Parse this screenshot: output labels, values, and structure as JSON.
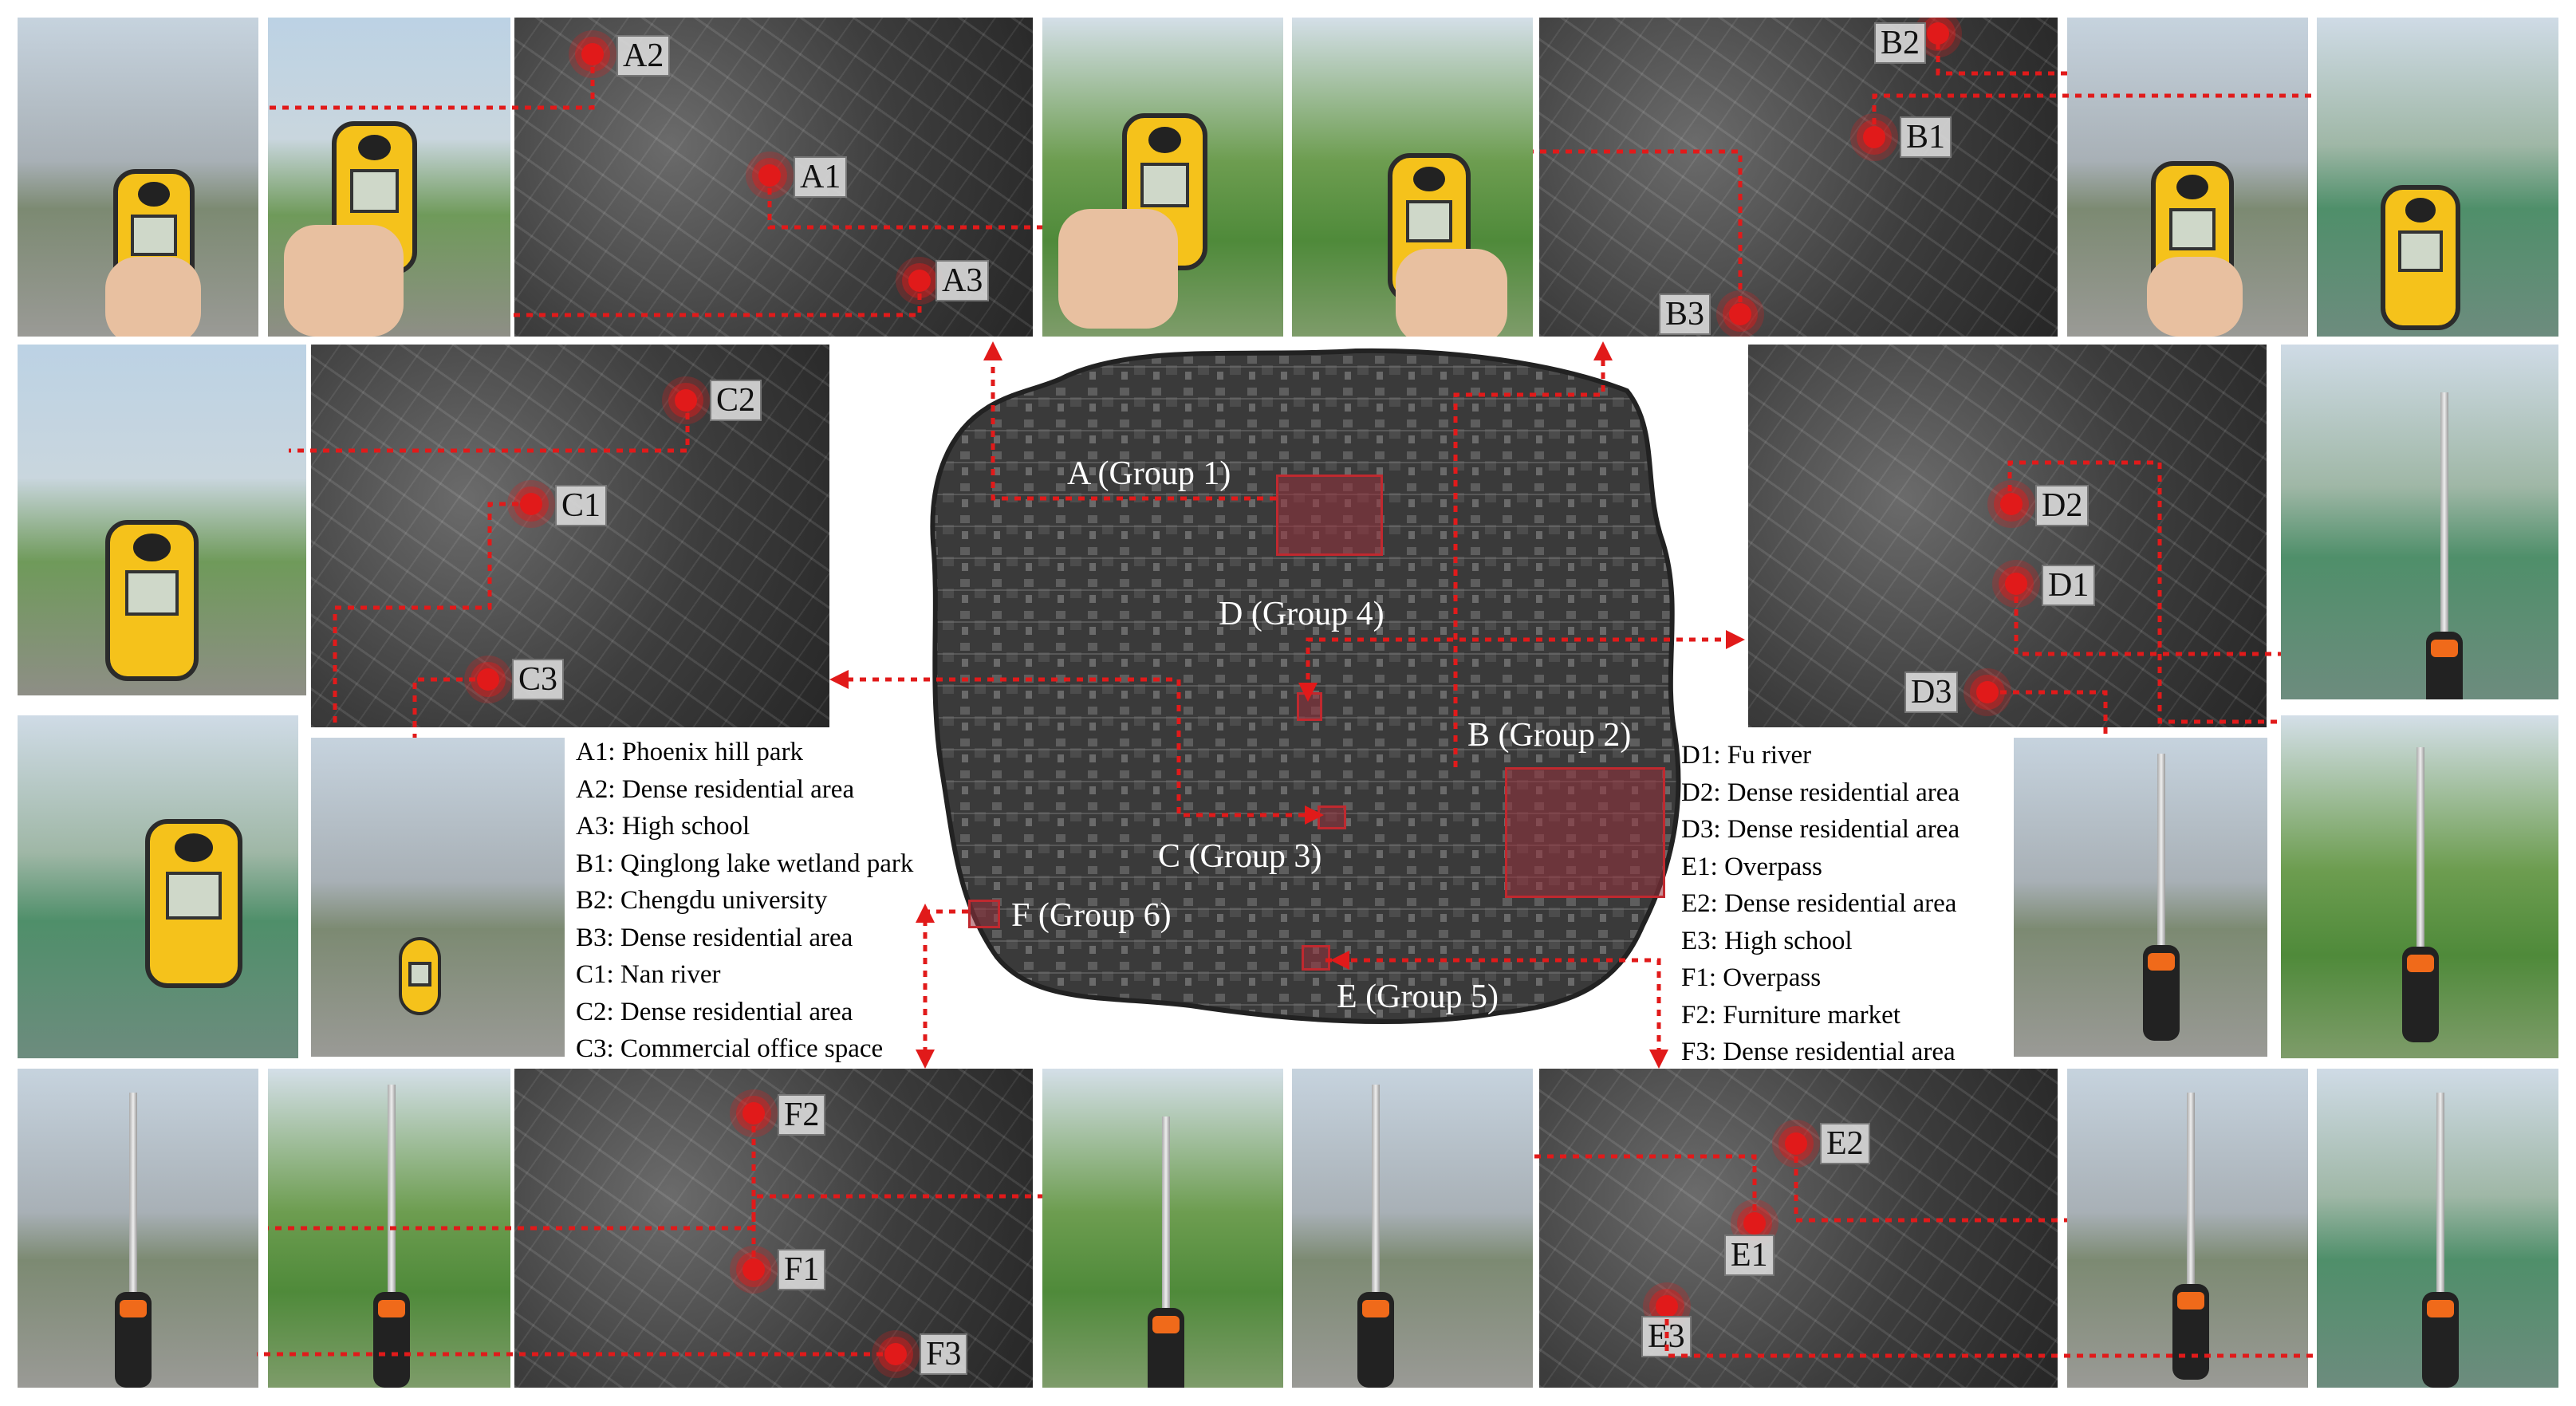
{
  "groups": [
    {
      "id": "A",
      "label": "A (Group 1)"
    },
    {
      "id": "B",
      "label": "B (Group 2)"
    },
    {
      "id": "C",
      "label": "C (Group 3)"
    },
    {
      "id": "D",
      "label": "D (Group 4)"
    },
    {
      "id": "E",
      "label": "E (Group 5)"
    },
    {
      "id": "F",
      "label": "F (Group 6)"
    }
  ],
  "points": {
    "A1": "A1",
    "A2": "A2",
    "A3": "A3",
    "B1": "B1",
    "B2": "B2",
    "B3": "B3",
    "C1": "C1",
    "C2": "C2",
    "C3": "C3",
    "D1": "D1",
    "D2": "D2",
    "D3": "D3",
    "E1": "E1",
    "E2": "E2",
    "E3": "E3",
    "F1": "F1",
    "F2": "F2",
    "F3": "F3"
  },
  "legend_left": [
    "A1: Phoenix hill park",
    "A2: Dense residential area",
    "A3: High school",
    "B1: Qinglong lake wetland park",
    "B2: Chengdu university",
    "B3: Dense residential area",
    "C1: Nan river",
    "C2: Dense residential area",
    "C3: Commercial office space"
  ],
  "legend_right": [
    "D1: Fu river",
    "D2: Dense residential area",
    "D3: Dense residential area",
    "E1: Overpass",
    "E2: Dense residential area",
    "E3: High school",
    "F1: Overpass",
    "F2: Furniture market",
    "F3: Dense residential area"
  ],
  "colors": {
    "marker": "#e11a1a",
    "connector": "#e11a1a",
    "region": "#a03040"
  },
  "icons": {
    "measure_device": "anemometer-icon",
    "probe_device": "hot-wire-probe-icon"
  }
}
